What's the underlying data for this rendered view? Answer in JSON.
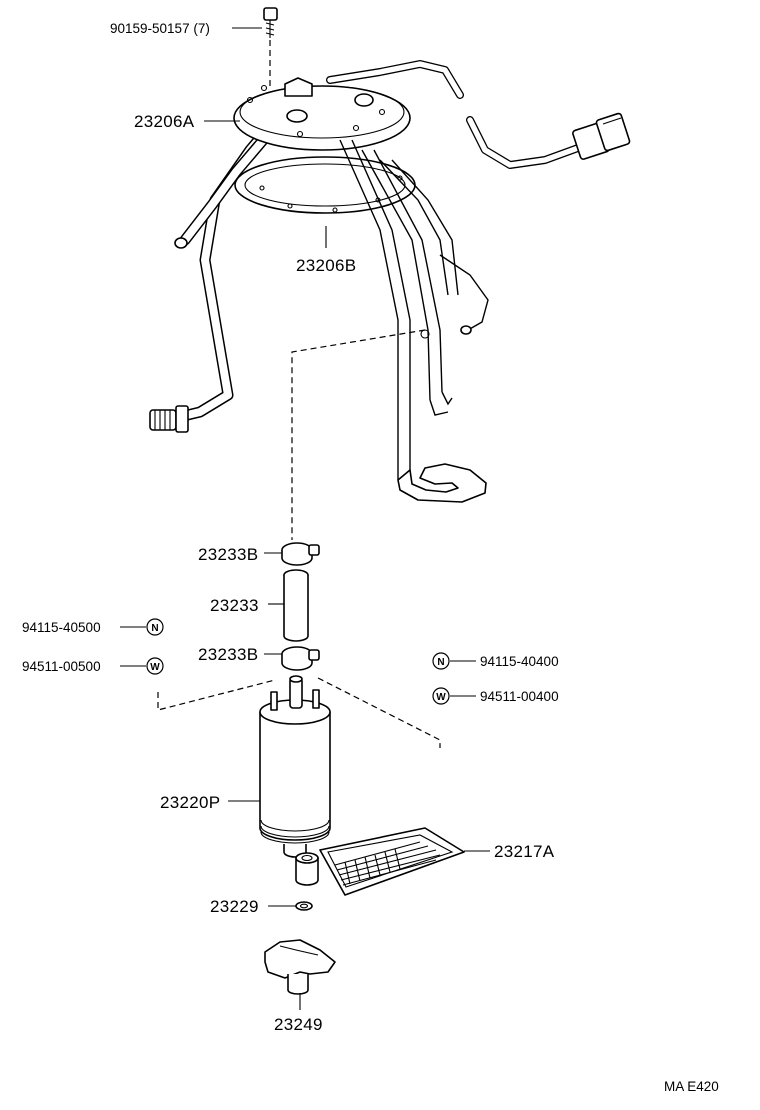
{
  "labels": {
    "bolt": "90159-50157 (7)",
    "plate": "23206A",
    "gasket": "23206B",
    "clamp_upper": "23233B",
    "hose": "23233",
    "clamp_lower": "23233B",
    "nut_left": "94115-40500",
    "washer_left": "94511-00500",
    "nut_right": "94115-40400",
    "washer_right": "94511-00400",
    "pump": "23220P",
    "filter": "23217A",
    "clip": "23229",
    "cushion": "23249"
  },
  "symbols": {
    "nut": "N",
    "washer": "W"
  },
  "footer": {
    "code": "MA  E420"
  }
}
